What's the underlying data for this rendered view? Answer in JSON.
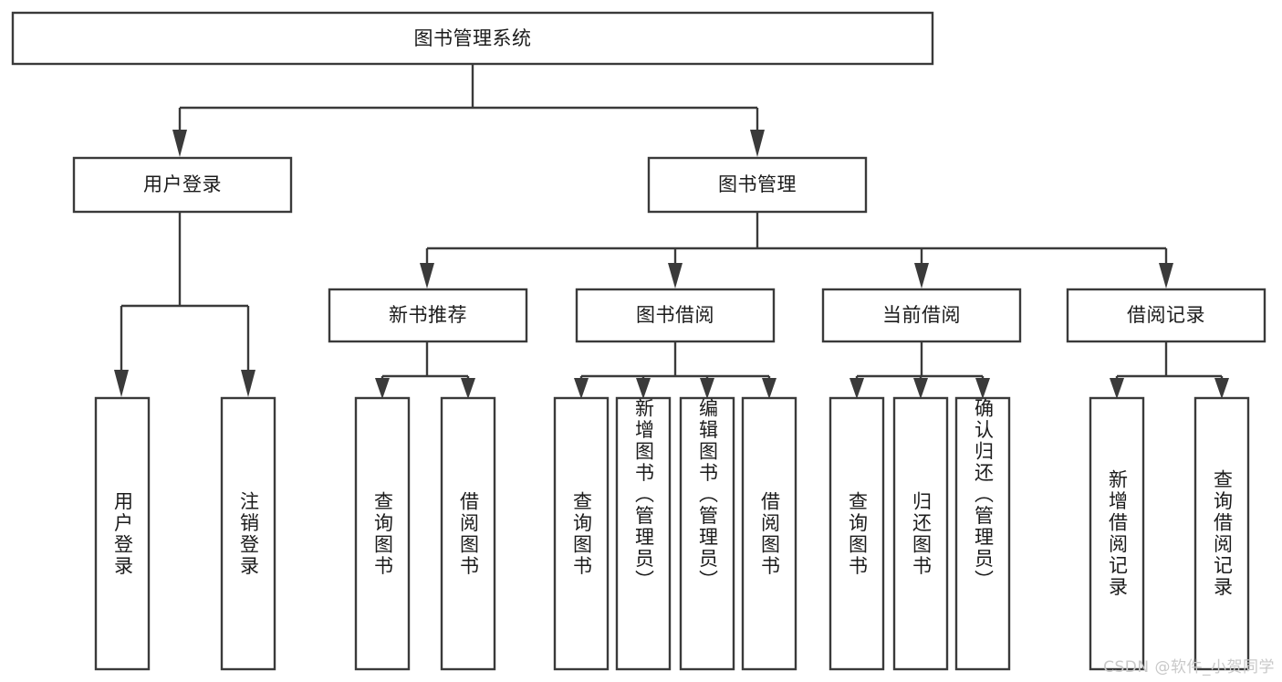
{
  "diagram": {
    "title": "图书管理系统",
    "type": "hierarchy-tree",
    "orientation": "top-down",
    "colors": {
      "box_stroke": "#3a3a3a",
      "box_fill": "#ffffff",
      "text": "#1b1b1b",
      "connector": "#3a3a3a",
      "background": "#ffffff",
      "watermark": "#c9c9c9"
    },
    "root": {
      "label": "图书管理系统",
      "orientation": "horizontal"
    },
    "level1": [
      {
        "label": "用户登录",
        "orientation": "horizontal"
      },
      {
        "label": "图书管理",
        "orientation": "horizontal"
      }
    ],
    "level2": [
      {
        "label": "新书推荐",
        "orientation": "horizontal"
      },
      {
        "label": "图书借阅",
        "orientation": "horizontal"
      },
      {
        "label": "当前借阅",
        "orientation": "horizontal"
      },
      {
        "label": "借阅记录",
        "orientation": "horizontal"
      }
    ],
    "leaves": {
      "user_login": [
        {
          "label": "用户登录",
          "orientation": "vertical"
        },
        {
          "label": "注销登录",
          "orientation": "vertical"
        }
      ],
      "new_book_recommend": [
        {
          "label": "查询图书",
          "orientation": "vertical"
        },
        {
          "label": "借阅图书",
          "orientation": "vertical"
        }
      ],
      "book_borrow": [
        {
          "label": "查询图书",
          "orientation": "vertical"
        },
        {
          "label": "新增图书（管理员）",
          "orientation": "vertical"
        },
        {
          "label": "编辑图书（管理员）",
          "orientation": "vertical"
        },
        {
          "label": "借阅图书",
          "orientation": "vertical"
        }
      ],
      "current_borrow": [
        {
          "label": "查询图书",
          "orientation": "vertical"
        },
        {
          "label": "归还图书",
          "orientation": "vertical"
        },
        {
          "label": "确认归还（管理员）",
          "orientation": "vertical"
        }
      ],
      "borrow_record": [
        {
          "label": "新增借阅记录",
          "orientation": "vertical"
        },
        {
          "label": "查询借阅记录",
          "orientation": "vertical"
        }
      ]
    },
    "watermark": "CSDN @软件_小贺同学"
  }
}
